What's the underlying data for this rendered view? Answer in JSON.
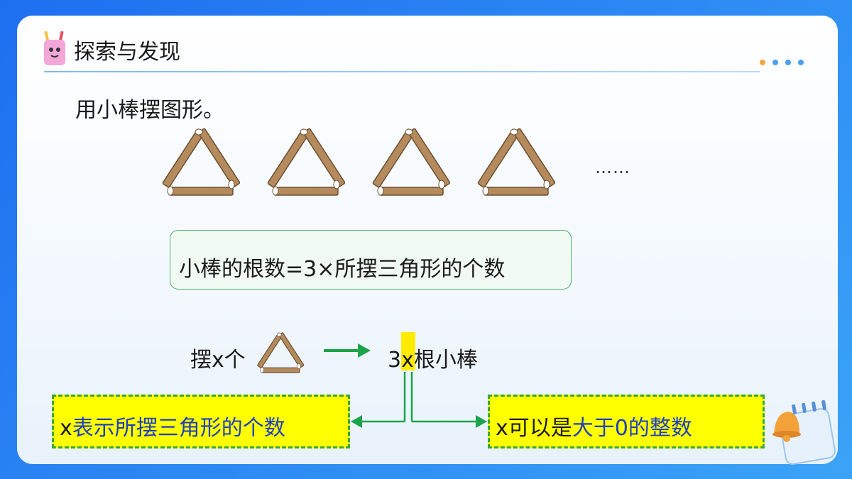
{
  "header": {
    "title": "探索与发现"
  },
  "subtitle": "用小棒摆图形。",
  "ellipsis": "……",
  "formula": "小棒的根数=3×所摆三角形的个数",
  "mapping": {
    "left_prefix": "摆x个",
    "right_coef": "3",
    "right_var": "x",
    "right_suffix": "根小棒"
  },
  "notes": {
    "left_var": "x",
    "left_rest": "表示所摆三角形的个数",
    "right_var": "x",
    "right_mid": "可以是",
    "right_rest": "大于0的整数"
  },
  "colors": {
    "stick": "#b58a5c",
    "green": "#1aa34a",
    "highlight": "#ffff00",
    "note_blue": "#1f3fbf"
  }
}
